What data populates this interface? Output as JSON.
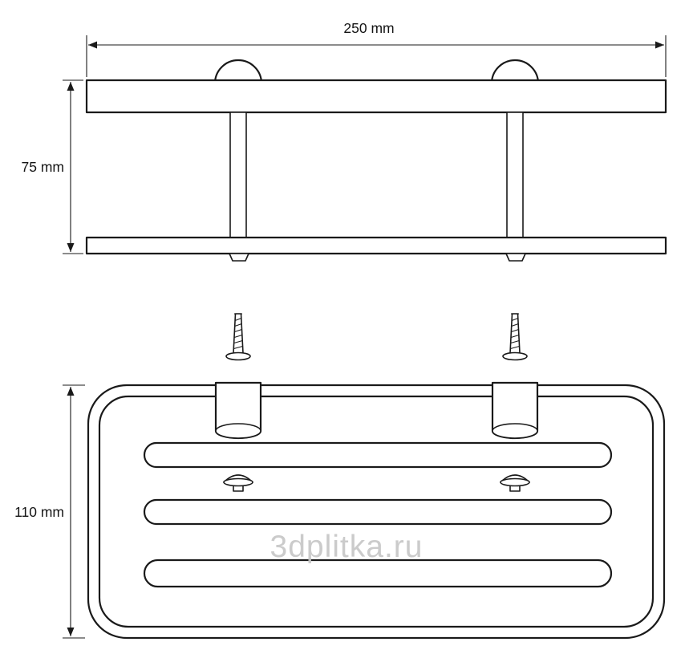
{
  "drawing": {
    "colors": {
      "line": "#1a1a1a",
      "background": "#ffffff",
      "watermark": "#c6c6c6"
    },
    "front_view": {
      "width_label": "250 mm",
      "height_label": "75 mm"
    },
    "top_view": {
      "depth_label": "110 mm"
    },
    "watermark": "3dplitka.ru"
  }
}
